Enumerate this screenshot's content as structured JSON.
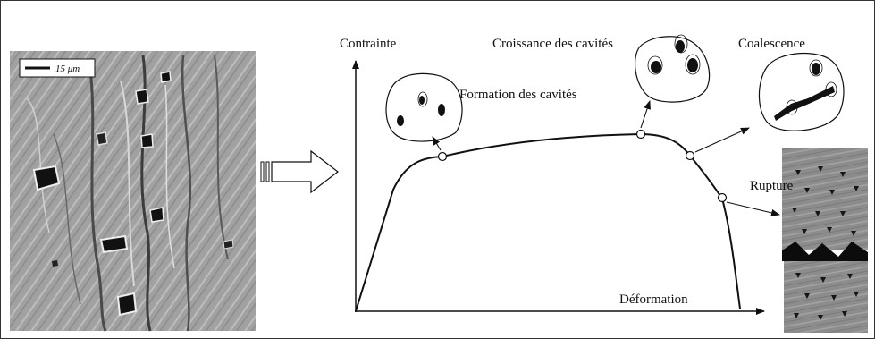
{
  "micrograph": {
    "scale_bar_label": "15 μm"
  },
  "diagram": {
    "y_axis_label": "Contrainte",
    "x_axis_label": "Déformation",
    "stages": {
      "formation": "Formation des cavités",
      "growth": "Croissance des cavités",
      "coalescence": "Coalescence",
      "rupture": "Rupture"
    }
  }
}
